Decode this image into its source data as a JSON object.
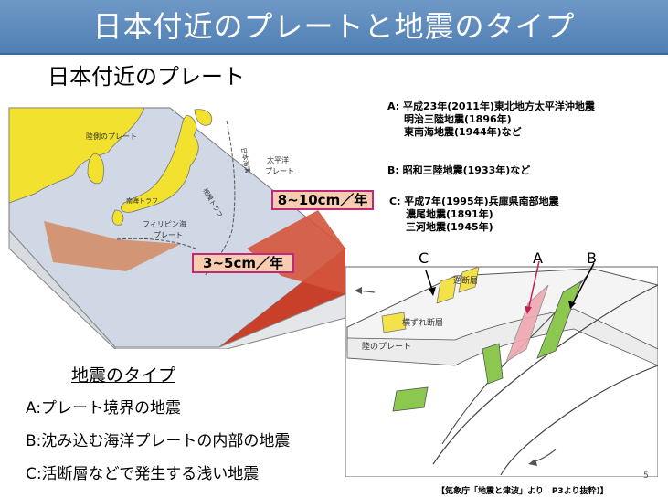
{
  "slide": {
    "title": "日本付近のプレートと地震のタイプ",
    "subtitle": "日本付近のプレート",
    "colors": {
      "title_bar": "#5a88bc",
      "plate_red": "#c8402a",
      "land_yellow": "#f5e43a",
      "tag_fill": "#f8ccb0",
      "tag_border": "#c0287a",
      "fault_green": "#8cc850",
      "fault_pink": "#f0a8b0"
    }
  },
  "map": {
    "tag_top": "8~10cm／年",
    "tag_bottom": "3~5cm／年",
    "labels": {
      "continental": "陸側のプレート",
      "pacific": "太平洋\nプレート",
      "philippine": "フィリピン海\nプレート",
      "japan_trench": "日本海溝",
      "nankai": "南海トラフ",
      "sagami": "相模トラフ"
    }
  },
  "legend": {
    "a_lines": [
      "A: 平成23年(2011年)東北地方太平洋沖地震",
      "明治三陸地震(1896年)",
      "東南海地震(1944年)など"
    ],
    "b_lines": [
      "B: 昭和三陸地震(1933年)など"
    ],
    "c_lines": [
      "C: 平成7年(1995年)兵庫県南部地震",
      "濃尾地震(1891年)",
      "三河地震(1945年)"
    ]
  },
  "diagram": {
    "label_a": "A",
    "label_b": "B",
    "label_c": "C",
    "reverse_fault": "逆断層",
    "strike_slip": "横ずれ断層",
    "land_plate": "陸のプレート"
  },
  "types": {
    "heading": "地震のタイプ",
    "a": "A:プレート境界の地震",
    "b": "B:沈み込む海洋プレートの内部の地震",
    "c": "C:活断層などで発生する浅い地震"
  },
  "footer": {
    "page": "5",
    "source": "【気象庁「地震と津波」より　P3より抜粋)】"
  }
}
